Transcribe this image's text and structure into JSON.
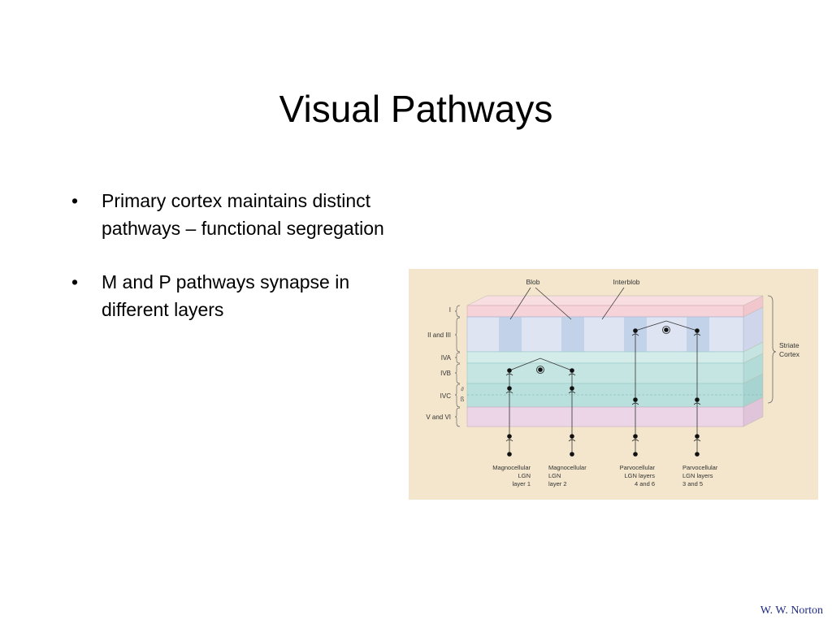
{
  "slide": {
    "title": "Visual Pathways",
    "bullets": [
      "Primary cortex maintains distinct pathways – functional segregation",
      "M and P pathways synapse in different layers"
    ],
    "bullet_symbol": "•",
    "credit": "W. W. Norton"
  },
  "figure": {
    "labels": {
      "blob": "Blob",
      "interblob": "Interblob",
      "striate_cortex_line1": "Striate",
      "striate_cortex_line2": "Cortex"
    },
    "layers": [
      "I",
      "II and III",
      "IVA",
      "IVB",
      "IVC",
      "V and VI"
    ],
    "ivc_sublayers": [
      "∂",
      "ß"
    ],
    "sources": [
      [
        "Magnocellular",
        "LGN",
        "layer 1"
      ],
      [
        "Magnocellular",
        "LGN",
        "layer 2"
      ],
      [
        "Parvocellular",
        "LGN layers",
        "4 and 6"
      ],
      [
        "Parvocellular",
        "LGN layers",
        "3 and 5"
      ]
    ],
    "colors": {
      "background": "#f3e6cc",
      "layer_I": "#f6d3d8",
      "layer_II_III": "#dfe4f3",
      "blob": "#c2d2e8",
      "layer_IVA": "#d3ecea",
      "layer_IVB": "#c5e5e2",
      "layer_IVC": "#b9e0dd",
      "layer_V_VI": "#ecd5e6"
    }
  }
}
